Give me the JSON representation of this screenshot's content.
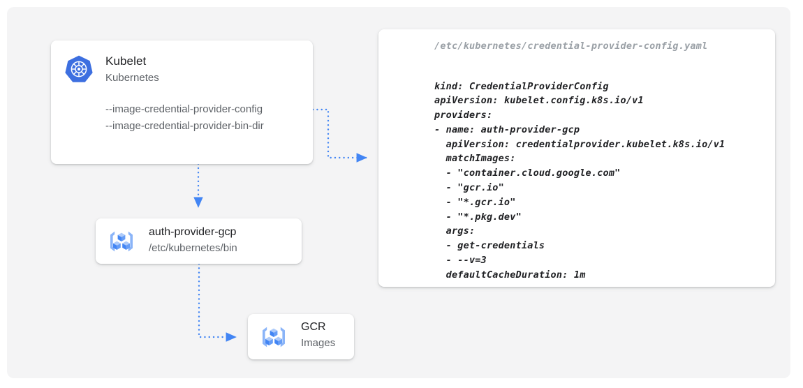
{
  "diagram": {
    "background_color": "#ffffff",
    "panel_color": "#f4f4f5",
    "accent_color": "#4285f4",
    "text_primary": "#202124",
    "text_secondary": "#5f6368"
  },
  "kubelet_card": {
    "icon": "kubernetes-helm-icon",
    "title": "Kubelet",
    "subtitle": "Kubernetes",
    "flags": [
      "--image-credential-provider-config",
      "--image-credential-provider-bin-dir"
    ]
  },
  "provider_card": {
    "icon": "container-registry-icon",
    "title": "auth-provider-gcp",
    "subtitle": "/etc/kubernetes/bin"
  },
  "gcr_card": {
    "icon": "container-registry-icon",
    "title": "GCR",
    "subtitle": "Images"
  },
  "yaml_card": {
    "path": "/etc/kubernetes/credential-provider-config.yaml",
    "content": "kind: CredentialProviderConfig\napiVersion: kubelet.config.k8s.io/v1\nproviders:\n- name: auth-provider-gcp\n  apiVersion: credentialprovider.kubelet.k8s.io/v1\n  matchImages:\n  - \"container.cloud.google.com\"\n  - \"gcr.io\"\n  - \"*.gcr.io\"\n  - \"*.pkg.dev\"\n  args:\n  - get-credentials\n  - --v=3\n  defaultCacheDuration: 1m"
  },
  "connectors": [
    {
      "name": "kubelet-to-yaml",
      "style": "dotted",
      "color": "#4285f4"
    },
    {
      "name": "kubelet-to-auth-provider",
      "style": "dotted",
      "color": "#4285f4"
    },
    {
      "name": "auth-provider-to-gcr",
      "style": "dotted",
      "color": "#4285f4"
    }
  ]
}
